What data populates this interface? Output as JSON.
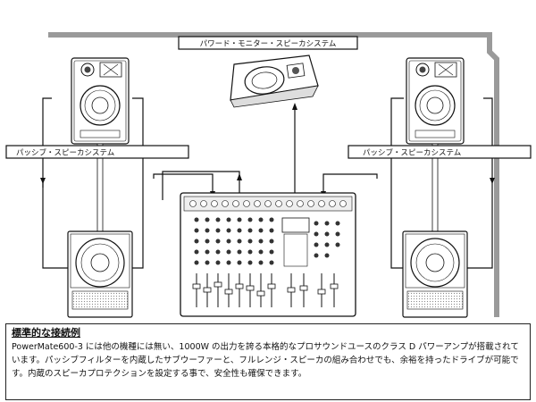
{
  "labels": {
    "powered_monitor": "パワード・モニター・スピーカシステム",
    "passive_left": "パッシブ・スピーカシステム",
    "passive_right": "パッシブ・スピーカシステム"
  },
  "caption": {
    "title": "標準的な接続例",
    "body": "PowerMate600-3 には他の機種には無い、1000W の出力を誇る本格的なプロサウンドユースのクラス D パワーアンプが搭載されています。パッシブフィルターを内蔵したサブウーファーと、フルレンジ・スピーカの組み合わせでも、余裕を持ったドライブが可能です。内蔵のスピーカプロテクションを設定する事で、安全性も確保できます。"
  }
}
